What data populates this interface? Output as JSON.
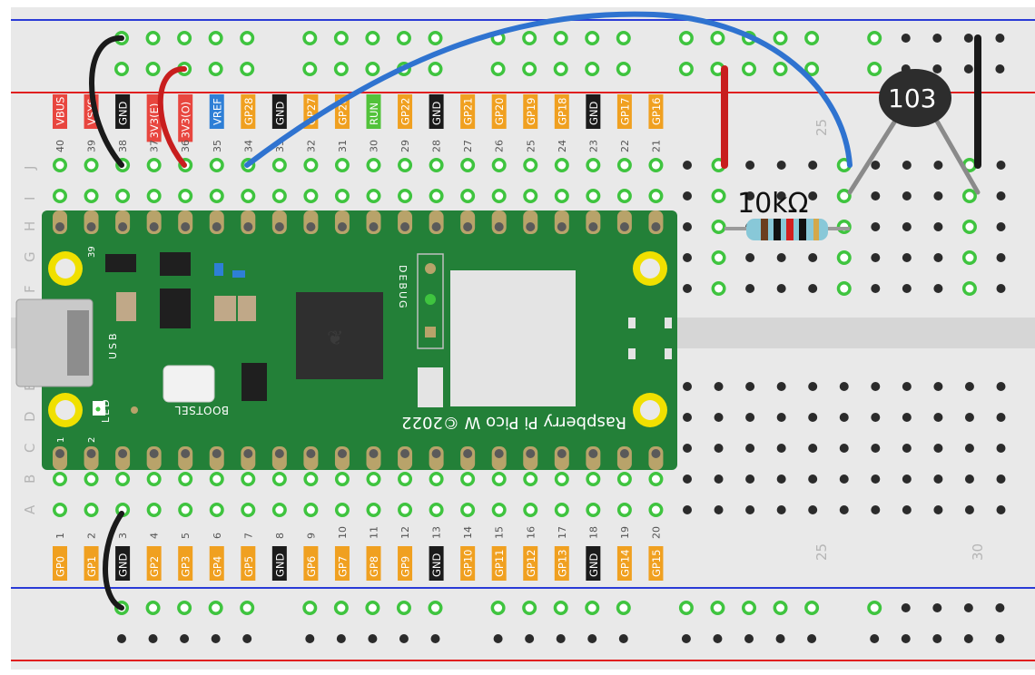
{
  "board": {
    "name": "Raspberry Pi Pico W ©2022",
    "bootsel": "BOOTSEL",
    "usb": "USB",
    "led": "LED",
    "debug": "DEBUG",
    "pin1": "1",
    "pin2": "2",
    "pin39": "39",
    "colors": {
      "pcb": "#238038",
      "pad": "#b8a36a",
      "mount": "#f0e000",
      "chip": "#333333"
    }
  },
  "breadboard": {
    "colors": {
      "base": "#e8e8e8",
      "hole_active": "#3fc43f",
      "hole_idle": "#2b2b2b",
      "rail_red": "#e01f1f",
      "rail_blue": "#2a3bd6"
    },
    "row_letters_left": [
      "J",
      "I",
      "H",
      "G",
      "F",
      "E",
      "D",
      "C",
      "B",
      "A"
    ],
    "column_marks": {
      "top_25": "25",
      "bottom_25": "25",
      "bottom_30": "30"
    }
  },
  "top_pins": [
    {
      "num": "40",
      "name": "VBUS",
      "color": "#e8463f"
    },
    {
      "num": "39",
      "name": "VSYS",
      "color": "#e8463f"
    },
    {
      "num": "38",
      "name": "GND",
      "color": "#1b1b1b"
    },
    {
      "num": "37",
      "name": "3V3(E)",
      "color": "#e8463f"
    },
    {
      "num": "36",
      "name": "3V3(O)",
      "color": "#e8463f"
    },
    {
      "num": "35",
      "name": "VREF",
      "color": "#2e7fd6"
    },
    {
      "num": "34",
      "name": "GP28",
      "color": "#f0a020"
    },
    {
      "num": "33",
      "name": "GND",
      "color": "#1b1b1b"
    },
    {
      "num": "32",
      "name": "GP27",
      "color": "#f0a020"
    },
    {
      "num": "31",
      "name": "GP26",
      "color": "#f0a020"
    },
    {
      "num": "30",
      "name": "RUN",
      "color": "#52c23a"
    },
    {
      "num": "29",
      "name": "GP22",
      "color": "#f0a020"
    },
    {
      "num": "28",
      "name": "GND",
      "color": "#1b1b1b"
    },
    {
      "num": "27",
      "name": "GP21",
      "color": "#f0a020"
    },
    {
      "num": "26",
      "name": "GP20",
      "color": "#f0a020"
    },
    {
      "num": "25",
      "name": "GP19",
      "color": "#f0a020"
    },
    {
      "num": "24",
      "name": "GP18",
      "color": "#f0a020"
    },
    {
      "num": "23",
      "name": "GND",
      "color": "#1b1b1b"
    },
    {
      "num": "22",
      "name": "GP17",
      "color": "#f0a020"
    },
    {
      "num": "21",
      "name": "GP16",
      "color": "#f0a020"
    }
  ],
  "bottom_pins": [
    {
      "num": "1",
      "name": "GP0",
      "color": "#f0a020"
    },
    {
      "num": "2",
      "name": "GP1",
      "color": "#f0a020"
    },
    {
      "num": "3",
      "name": "GND",
      "color": "#1b1b1b"
    },
    {
      "num": "4",
      "name": "GP2",
      "color": "#f0a020"
    },
    {
      "num": "5",
      "name": "GP3",
      "color": "#f0a020"
    },
    {
      "num": "6",
      "name": "GP4",
      "color": "#f0a020"
    },
    {
      "num": "7",
      "name": "GP5",
      "color": "#f0a020"
    },
    {
      "num": "8",
      "name": "GND",
      "color": "#1b1b1b"
    },
    {
      "num": "9",
      "name": "GP6",
      "color": "#f0a020"
    },
    {
      "num": "10",
      "name": "GP7",
      "color": "#f0a020"
    },
    {
      "num": "11",
      "name": "GP8",
      "color": "#f0a020"
    },
    {
      "num": "12",
      "name": "GP9",
      "color": "#f0a020"
    },
    {
      "num": "13",
      "name": "GND",
      "color": "#1b1b1b"
    },
    {
      "num": "14",
      "name": "GP10",
      "color": "#f0a020"
    },
    {
      "num": "15",
      "name": "GP11",
      "color": "#f0a020"
    },
    {
      "num": "16",
      "name": "GP12",
      "color": "#f0a020"
    },
    {
      "num": "17",
      "name": "GP13",
      "color": "#f0a020"
    },
    {
      "num": "18",
      "name": "GND",
      "color": "#1b1b1b"
    },
    {
      "num": "19",
      "name": "GP14",
      "color": "#f0a020"
    },
    {
      "num": "20",
      "name": "GP15",
      "color": "#f0a020"
    }
  ],
  "components": {
    "resistor_label": "10kΩ",
    "thermistor_label": "103"
  },
  "wires": {
    "black": "#1a1a1a",
    "red": "#c81e1e",
    "blue": "#2f73d0"
  }
}
